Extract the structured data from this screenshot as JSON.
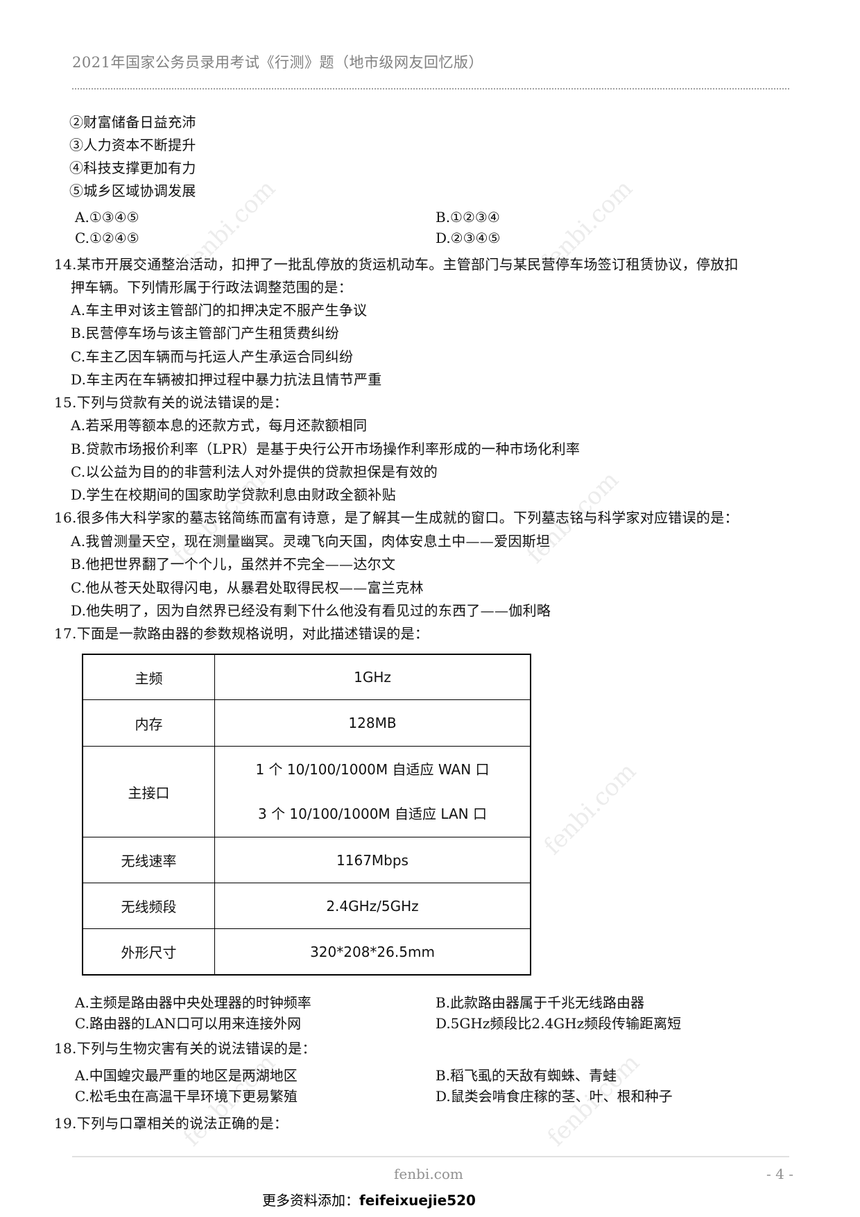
{
  "header": {
    "title": "2021年国家公务员录用考试《行测》题（地市级网友回忆版）"
  },
  "q13_continued": {
    "items": [
      "②财富储备日益充沛",
      "③人力资本不断提升",
      "④科技支撑更加有力",
      "⑤城乡区域协调发展"
    ],
    "options": {
      "A": "A.①③④⑤",
      "B": "B.①②③④",
      "C": "C.①②④⑤",
      "D": "D.②③④⑤"
    }
  },
  "q14": {
    "stem_line1": "14.某市开展交通整治活动，扣押了一批乱停放的货运机动车。主管部门与某民营停车场签订租赁协议，停放扣",
    "stem_line2": "押车辆。下列情形属于行政法调整范围的是：",
    "options": {
      "A": "A.车主甲对该主管部门的扣押决定不服产生争议",
      "B": "B.民营停车场与该主管部门产生租赁费纠纷",
      "C": "C.车主乙因车辆而与托运人产生承运合同纠纷",
      "D": "D.车主丙在车辆被扣押过程中暴力抗法且情节严重"
    }
  },
  "q15": {
    "stem": "15.下列与贷款有关的说法错误的是：",
    "options": {
      "A": "A.若采用等额本息的还款方式，每月还款额相同",
      "B": "B.贷款市场报价利率（LPR）是基于央行公开市场操作利率形成的一种市场化利率",
      "C": "C.以公益为目的的非营利法人对外提供的贷款担保是有效的",
      "D": "D.学生在校期间的国家助学贷款利息由财政全额补贴"
    }
  },
  "q16": {
    "stem": "16.很多伟大科学家的墓志铭简练而富有诗意，是了解其一生成就的窗口。下列墓志铭与科学家对应错误的是：",
    "options": {
      "A": "A.我曾测量天空，现在测量幽冥。灵魂飞向天国，肉体安息土中——爱因斯坦",
      "B": "B.他把世界翻了一个个儿，虽然并不完全——达尔文",
      "C": "C.他从苍天处取得闪电，从暴君处取得民权——富兰克林",
      "D": "D.他失明了，因为自然界已经没有剩下什么他没有看见过的东西了——伽利略"
    }
  },
  "q17": {
    "stem": "17.下面是一款路由器的参数规格说明，对此描述错误的是：",
    "table": {
      "rows": [
        {
          "key": "主频",
          "value": [
            "1GHz"
          ]
        },
        {
          "key": "内存",
          "value": [
            "128MB"
          ]
        },
        {
          "key": "主接口",
          "value": [
            "1 个 10/100/1000M 自适应 WAN 口",
            "3 个 10/100/1000M 自适应 LAN 口"
          ]
        },
        {
          "key": "无线速率",
          "value": [
            "1167Mbps"
          ]
        },
        {
          "key": "无线频段",
          "value": [
            "2.4GHz/5GHz"
          ]
        },
        {
          "key": "外形尺寸",
          "value": [
            "320*208*26.5mm"
          ]
        }
      ]
    },
    "options": {
      "A": "A.主频是路由器中央处理器的时钟频率",
      "B": "B.此款路由器属于千兆无线路由器",
      "C": "C.路由器的LAN口可以用来连接外网",
      "D": "D.5GHz频段比2.4GHz频段传输距离短"
    }
  },
  "q18": {
    "stem": "18.下列与生物灾害有关的说法错误的是：",
    "options": {
      "A": "A.中国蝗灾最严重的地区是两湖地区",
      "B": "B.稻飞虱的天敌有蜘蛛、青蛙",
      "C": "C.松毛虫在高温干旱环境下更易繁殖",
      "D": "D.鼠类会啃食庄稼的茎、叶、根和种子"
    }
  },
  "q19": {
    "stem": "19.下列与口罩相关的说法正确的是："
  },
  "watermark": "fenbi.com",
  "footer": {
    "site": "fenbi.com",
    "page": "- 4 -",
    "promo_label": "更多资料添加：",
    "promo_id": "feifeixuejie520"
  }
}
